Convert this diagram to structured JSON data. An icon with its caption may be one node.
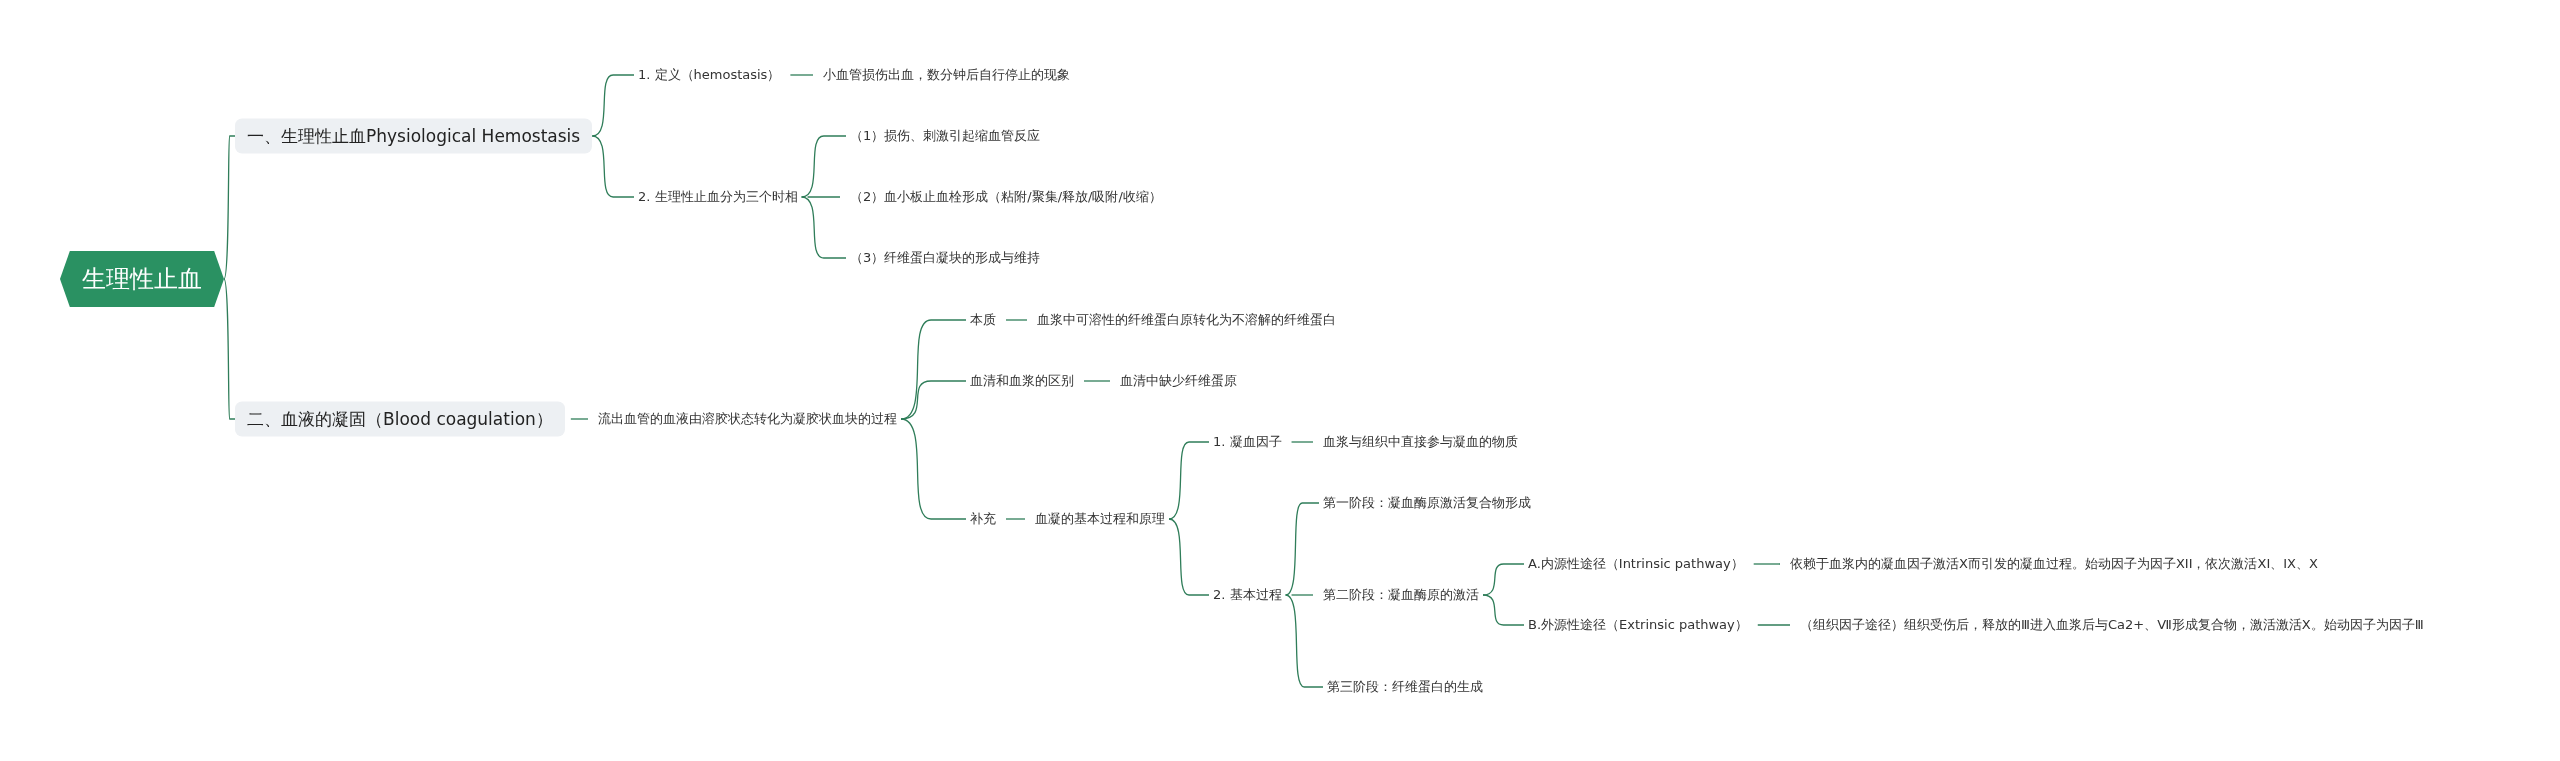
{
  "diagram": {
    "nodes": [
      {
        "text": [
          "生理性止血"
        ]
      },
      {
        "text": [
          "一、生理性止血Physiological Hemostasis"
        ]
      },
      {
        "text": [
          "1. 定义（hemostasis）"
        ]
      },
      {
        "text": [
          "小血管损伤出血，数分钟后自行停止的现象"
        ]
      },
      {
        "text": [
          "2. 生理性止血分为三个时相"
        ]
      },
      {
        "text": [
          "（1）损伤、刺激引起缩血管反应"
        ]
      },
      {
        "text": [
          "（2）血小板止血栓形成（粘附/聚集/释放/吸附/收缩）"
        ]
      },
      {
        "text": [
          "（3）纤维蛋白凝块的形成与维持"
        ]
      },
      {
        "text": [
          "二、血液的凝固（Blood coagulation）"
        ]
      },
      {
        "text": [
          "流出血管的血液由溶胶状态转化为凝胶状血块的过程"
        ]
      },
      {
        "text": [
          "本质"
        ]
      },
      {
        "text": [
          "血浆中可溶性的纤维蛋白原转化为不溶解的纤维蛋白"
        ]
      },
      {
        "text": [
          "血清和血浆的区别"
        ]
      },
      {
        "text": [
          "血清中缺少纤维蛋原"
        ]
      },
      {
        "text": [
          "补充"
        ]
      },
      {
        "text": [
          "血凝的基本过程和原理"
        ]
      },
      {
        "text": [
          "1. 凝血因子"
        ]
      },
      {
        "text": [
          "血浆与组织中直接参与凝血的物质"
        ]
      },
      {
        "text": [
          "2. 基本过程"
        ]
      },
      {
        "text": [
          "第一阶段：凝血酶原激活复合物形成"
        ]
      },
      {
        "text": [
          "第二阶段：凝血酶原的激活"
        ]
      },
      {
        "text": [
          "A.内源性途径（Intrinsic pathway）"
        ]
      },
      {
        "text": [
          "依赖于血浆内的凝血因子激活Ⅹ而引发的凝血过程。始动因子为因子XII，依次激活XI、IX、X"
        ]
      },
      {
        "text": [
          "B.外源性途径（Extrinsic pathway）"
        ]
      },
      {
        "text": [
          "（组织因子途径）组织受伤后，释放的Ⅲ进入血浆后与Ca2+、Ⅶ形成复合物，激活激活Ⅹ。始动因子为因子Ⅲ"
        ]
      },
      {
        "text": [
          "第三阶段：纤维蛋白的生成"
        ]
      }
    ],
    "edges": [
      {
        "from": 0,
        "to": 1,
        "arrow": "none"
      },
      {
        "from": 1,
        "to": 2,
        "arrow": "none"
      },
      {
        "from": 2,
        "to": 3,
        "arrow": "none"
      },
      {
        "from": 1,
        "to": 4,
        "arrow": "none"
      },
      {
        "from": 4,
        "to": 5,
        "arrow": "none"
      },
      {
        "from": 4,
        "to": 6,
        "arrow": "none"
      },
      {
        "from": 4,
        "to": 7,
        "arrow": "none"
      },
      {
        "from": 0,
        "to": 8,
        "arrow": "none"
      },
      {
        "from": 8,
        "to": 9,
        "arrow": "none"
      },
      {
        "from": 9,
        "to": 10,
        "arrow": "none"
      },
      {
        "from": 10,
        "to": 11,
        "arrow": "none"
      },
      {
        "from": 9,
        "to": 12,
        "arrow": "none"
      },
      {
        "from": 12,
        "to": 13,
        "arrow": "none"
      },
      {
        "from": 9,
        "to": 14,
        "arrow": "none"
      },
      {
        "from": 14,
        "to": 15,
        "arrow": "none"
      },
      {
        "from": 15,
        "to": 16,
        "arrow": "none"
      },
      {
        "from": 16,
        "to": 17,
        "arrow": "none"
      },
      {
        "from": 15,
        "to": 18,
        "arrow": "none"
      },
      {
        "from": 18,
        "to": 19,
        "arrow": "none"
      },
      {
        "from": 18,
        "to": 20,
        "arrow": "none"
      },
      {
        "from": 20,
        "to": 21,
        "arrow": "none"
      },
      {
        "from": 21,
        "to": 22,
        "arrow": "none"
      },
      {
        "from": 20,
        "to": 23,
        "arrow": "none"
      },
      {
        "from": 23,
        "to": 24,
        "arrow": "none"
      },
      {
        "from": 18,
        "to": 25,
        "arrow": "none"
      }
    ]
  }
}
